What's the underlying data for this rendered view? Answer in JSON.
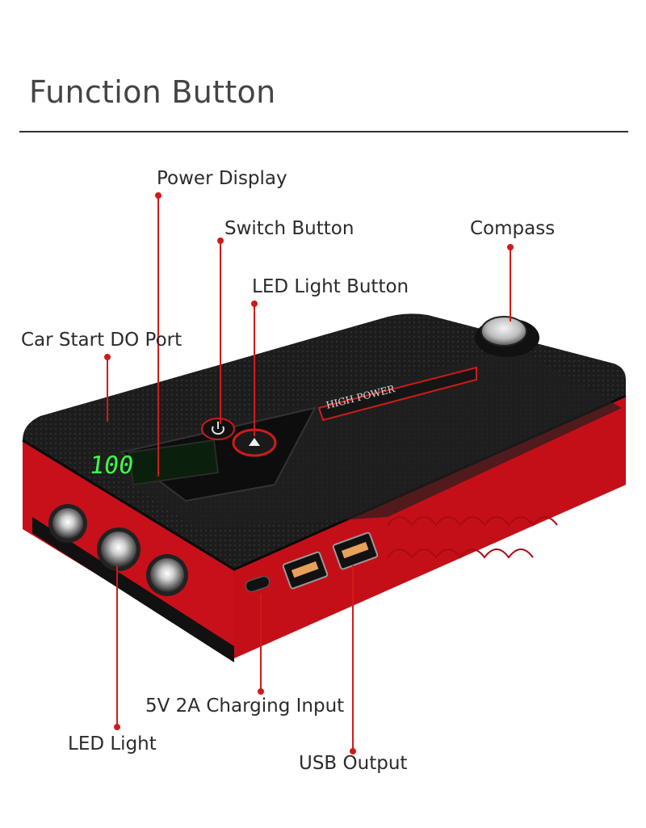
{
  "header": {
    "title": "Function Button"
  },
  "callouts": {
    "power_display": "Power Display",
    "switch_button": "Switch Button",
    "compass": "Compass",
    "led_light_button": "LED Light Button",
    "car_start_port": "Car Start DO Port",
    "charging_input": "5V 2A Charging Input",
    "led_light": "LED Light",
    "usb_output": "USB Output"
  },
  "device": {
    "brand_text": "HIGH POWER",
    "display_reading": "100"
  },
  "colors": {
    "body_red": "#d0121b",
    "body_black": "#1a1a1a",
    "leader_red": "#d01a1a",
    "display_green": "#3cff4a"
  },
  "icons": [
    "power-icon",
    "bulb-icon",
    "compass-icon",
    "usb-port-icon",
    "type-c-port-icon",
    "led-lamp-icon"
  ]
}
